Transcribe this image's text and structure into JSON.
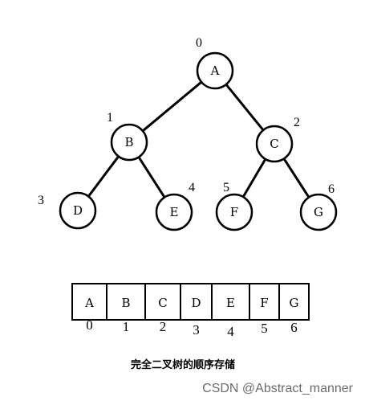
{
  "tree": {
    "nodes": [
      {
        "label": "A",
        "index": "0"
      },
      {
        "label": "B",
        "index": "1"
      },
      {
        "label": "C",
        "index": "2"
      },
      {
        "label": "D",
        "index": "3"
      },
      {
        "label": "E",
        "index": "4"
      },
      {
        "label": "F",
        "index": "5"
      },
      {
        "label": "G",
        "index": "6"
      }
    ],
    "edges": [
      [
        "A",
        "B"
      ],
      [
        "A",
        "C"
      ],
      [
        "B",
        "D"
      ],
      [
        "B",
        "E"
      ],
      [
        "C",
        "F"
      ],
      [
        "C",
        "G"
      ]
    ]
  },
  "array": {
    "cells": [
      "A",
      "B",
      "C",
      "D",
      "E",
      "F",
      "G"
    ],
    "indices": [
      "0",
      "1",
      "2",
      "3",
      "4",
      "5",
      "6"
    ]
  },
  "caption": "完全二叉树的顺序存储",
  "watermark": "CSDN @Abstract_manner"
}
